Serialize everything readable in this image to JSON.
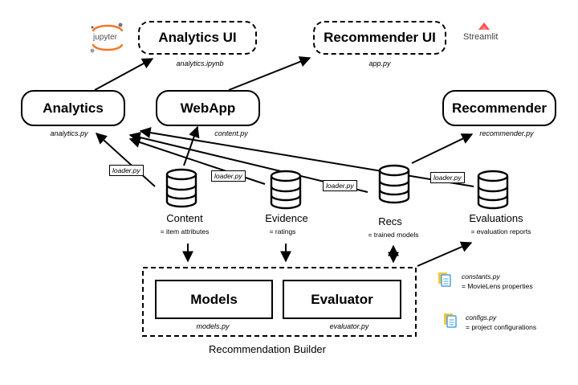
{
  "nodes": {
    "analytics_ui": {
      "label": "Analytics UI",
      "file": "analytics.ipynb"
    },
    "recommender_ui": {
      "label": "Recommender UI",
      "file": "app.py"
    },
    "analytics": {
      "label": "Analytics",
      "file": "analytics.py"
    },
    "webapp": {
      "label": "WebApp",
      "file": "content.py"
    },
    "recommender": {
      "label": "Recommender",
      "file": "recommender.py"
    },
    "models": {
      "label": "Models",
      "file": "models.py"
    },
    "evaluator": {
      "label": "Evaluator",
      "file": "evaluator.py"
    }
  },
  "stores": {
    "content": {
      "label": "Content",
      "desc": "= item attributes"
    },
    "evidence": {
      "label": "Evidence",
      "desc": "= ratings"
    },
    "recs": {
      "label": "Recs",
      "desc": "= trained models"
    },
    "evaluations": {
      "label": "Evaluations",
      "desc": "= evaluation reports"
    }
  },
  "loader_label": "loader.py",
  "builder_title": "Recommendation Builder",
  "logos": {
    "jupyter": "jupyter",
    "streamlit": "Streamlit"
  },
  "files": {
    "constants": {
      "name": "constants.py",
      "desc": "= MovieLens properties"
    },
    "configs": {
      "name": "configs.py",
      "desc": "= project configurations"
    }
  },
  "colors": {
    "stroke": "#000000",
    "jupyter_orange": "#F37726",
    "streamlit_red": "#FF4B4B",
    "file_blue": "#4AA3DF",
    "file_yellow": "#F5C342"
  },
  "icons": [
    "database-icon",
    "file-icon",
    "jupyter-logo",
    "streamlit-logo"
  ]
}
